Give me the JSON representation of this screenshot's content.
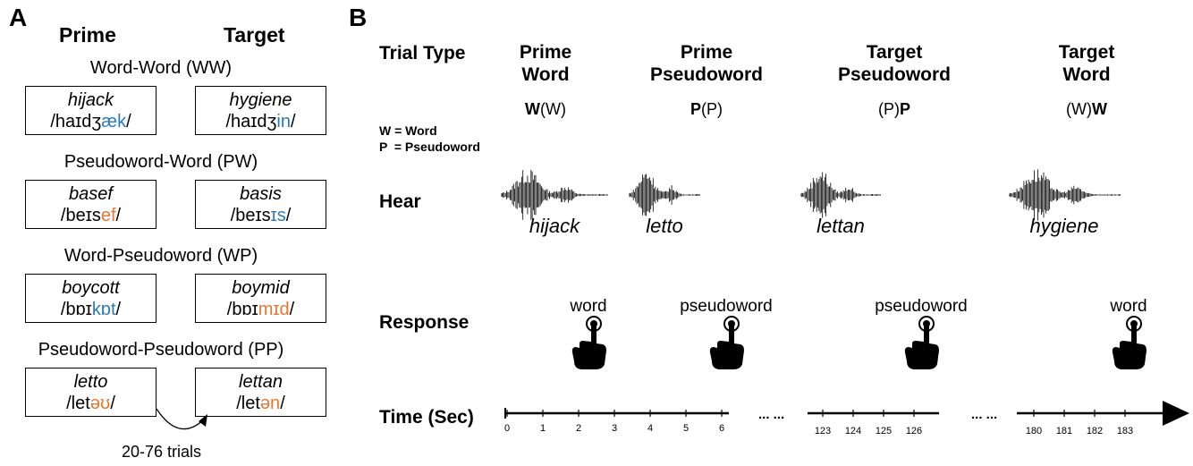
{
  "panel_a": {
    "label": "A",
    "prime_header": "Prime",
    "target_header": "Target",
    "conditions": [
      {
        "title": "Word-Word (WW)",
        "prime": {
          "word": "hijack",
          "ipa_pre": "/haɪdʒ",
          "ipa_hl": "æk",
          "ipa_post": "/",
          "color": "blue"
        },
        "target": {
          "word": "hygiene",
          "ipa_pre": "/haɪdʒ",
          "ipa_hl": "in",
          "ipa_post": "/",
          "color": "blue"
        }
      },
      {
        "title": "Pseudoword-Word (PW)",
        "prime": {
          "word": "basef",
          "ipa_pre": "/beɪs",
          "ipa_hl": "ef",
          "ipa_post": "/",
          "color": "orange"
        },
        "target": {
          "word": "basis",
          "ipa_pre": "/beɪs",
          "ipa_hl": "ɪs",
          "ipa_post": "/",
          "color": "blue"
        }
      },
      {
        "title": "Word-Pseudoword (WP)",
        "prime": {
          "word": "boycott",
          "ipa_pre": "/bɒɪ",
          "ipa_hl": "kɒt",
          "ipa_post": "/",
          "color": "blue"
        },
        "target": {
          "word": "boymid",
          "ipa_pre": "/bɒɪ",
          "ipa_hl": "mɪd",
          "ipa_post": "/",
          "color": "orange"
        }
      },
      {
        "title": "Pseudoword-Pseudoword (PP)",
        "prime": {
          "word": "letto",
          "ipa_pre": "/let",
          "ipa_hl": "əʊ",
          "ipa_post": "/",
          "color": "orange"
        },
        "target": {
          "word": "lettan",
          "ipa_pre": "/let",
          "ipa_hl": "ən",
          "ipa_post": "/",
          "color": "orange"
        }
      }
    ],
    "trials_label": "20-76 trials"
  },
  "panel_b": {
    "label": "B",
    "trial_type_label": "Trial Type",
    "legend": [
      "W = Word",
      "P  = Pseudoword"
    ],
    "columns": [
      {
        "line1": "Prime",
        "line2": "Word",
        "code_bold": "W",
        "code_rest": "(W)",
        "code_first": "bold",
        "heard": "hijack",
        "response": "word"
      },
      {
        "line1": "Prime",
        "line2": "Pseudoword",
        "code_bold": "P",
        "code_rest": "(P)",
        "code_first": "bold",
        "heard": "letto",
        "response": "pseudoword"
      },
      {
        "line1": "Target",
        "line2": "Pseudoword",
        "code_bold": "P",
        "code_rest": "(P)",
        "code_first": "rest",
        "heard": "lettan",
        "response": "pseudoword"
      },
      {
        "line1": "Target",
        "line2": "Word",
        "code_bold": "W",
        "code_rest": "(W)",
        "code_first": "rest",
        "heard": "hygiene",
        "response": "word"
      }
    ],
    "hear_label": "Hear",
    "response_label": "Response",
    "time_label": "Time (Sec)",
    "ellipsis": "... ...",
    "time_segments": [
      {
        "ticks": [
          "0",
          "1",
          "2",
          "3",
          "4",
          "5",
          "6"
        ]
      },
      {
        "ticks": [
          "123",
          "124",
          "125",
          "126"
        ]
      },
      {
        "ticks": [
          "180",
          "181",
          "182",
          "183"
        ]
      }
    ]
  },
  "colors": {
    "blue": "#2a7ab8",
    "orange": "#e8772e"
  }
}
